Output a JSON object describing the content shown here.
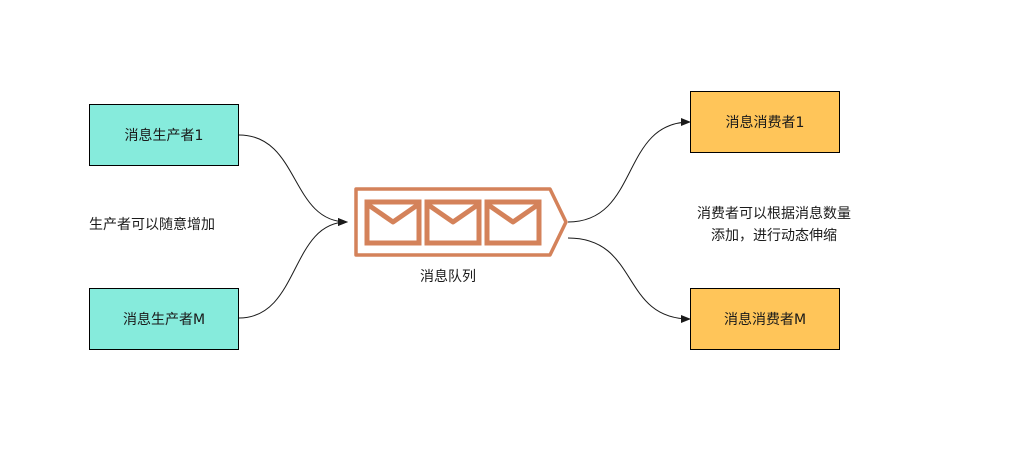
{
  "colors": {
    "producer_fill": "#86ebdc",
    "consumer_fill": "#ffc559",
    "queue_stroke": "#d4825a",
    "edge_stroke": "#1a1a1a"
  },
  "producers": [
    {
      "label": "消息生产者1"
    },
    {
      "label": "消息生产者M"
    }
  ],
  "consumers": [
    {
      "label": "消息消费者1"
    },
    {
      "label": "消息消费者M"
    }
  ],
  "queue": {
    "label": "消息队列",
    "icon": "message-queue-icon"
  },
  "notes": {
    "producers": "生产者可以随意增加",
    "consumers_line1": "消费者可以根据消息数量",
    "consumers_line2": "添加，进行动态伸缩"
  }
}
